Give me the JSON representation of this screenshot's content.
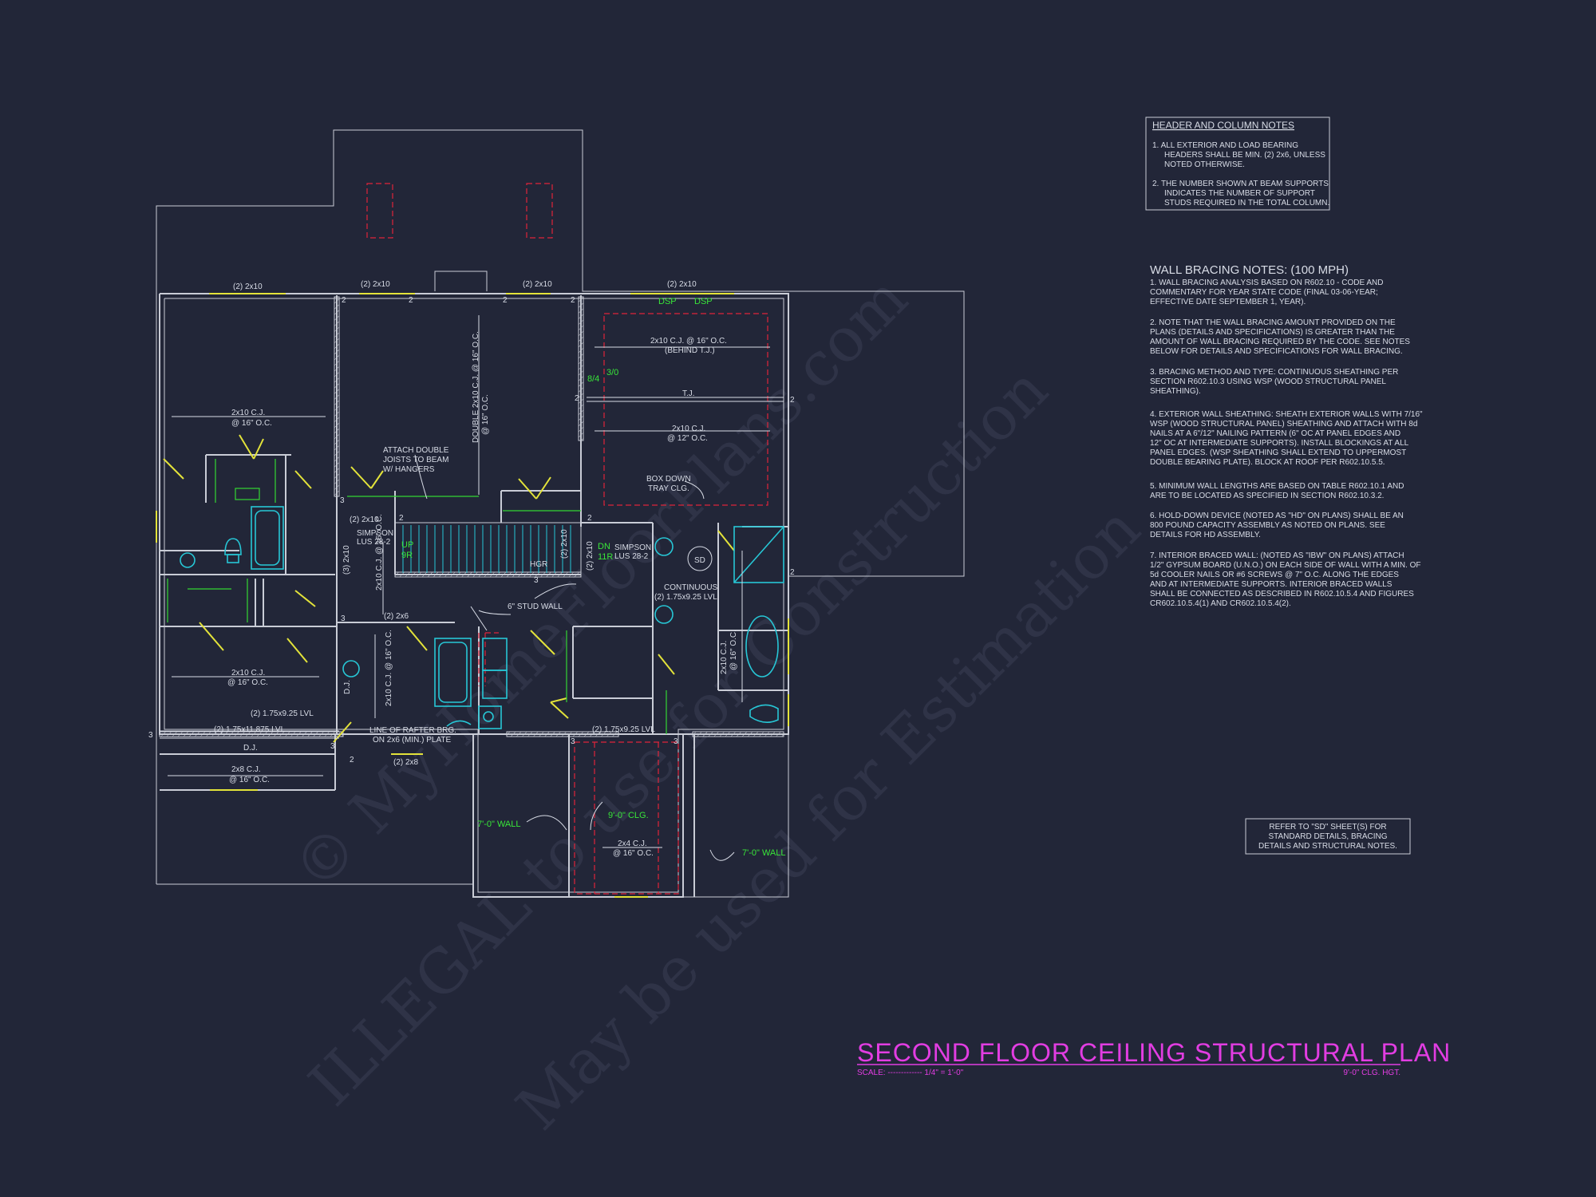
{
  "watermark": {
    "line1": "© MyHomeFloorPlans.com",
    "line2": "ILLEGAL to use for Construction",
    "line3": "May be used for Estimation"
  },
  "header_notes": {
    "title": "HEADER AND COLUMN NOTES",
    "items": [
      [
        "1.  ALL EXTERIOR AND LOAD BEARING",
        "HEADERS SHALL BE MIN. (2) 2x6, UNLESS",
        "NOTED OTHERWISE."
      ],
      [
        "2. THE NUMBER SHOWN AT BEAM SUPPORTS",
        "INDICATES THE NUMBER OF SUPPORT",
        "STUDS REQUIRED IN THE TOTAL COLUMN."
      ]
    ]
  },
  "wall_bracing": {
    "title": "WALL BRACING NOTES: (100 MPH)",
    "paragraphs": [
      [
        "1. WALL BRACING ANALYSIS BASED ON R602.10 - CODE AND",
        "COMMENTARY FOR YEAR STATE CODE (FINAL 03-06-YEAR;",
        "EFFECTIVE DATE SEPTEMBER 1, YEAR)."
      ],
      [
        "2. NOTE THAT THE WALL BRACING AMOUNT PROVIDED ON THE",
        "PLANS (DETAILS AND SPECIFICATIONS) IS GREATER THAN THE",
        "AMOUNT OF WALL BRACING REQUIRED BY THE CODE. SEE NOTES",
        "BELOW FOR DETAILS AND SPECIFICATIONS FOR WALL BRACING."
      ],
      [
        "3. BRACING METHOD AND TYPE: CONTINUOUS SHEATHING PER",
        "SECTION R602.10.3 USING WSP (WOOD STRUCTURAL PANEL",
        "SHEATHING)."
      ],
      [
        "4. EXTERIOR WALL SHEATHING: SHEATH EXTERIOR WALLS WITH 7/16\"",
        "WSP (WOOD STRUCTURAL PANEL) SHEATHING AND ATTACH WITH 8d",
        "NAILS AT A 6\"/12\" NAILING PATTERN (6\" OC AT PANEL EDGES AND",
        "12\" OC AT INTERMEDIATE SUPPORTS). INSTALL BLOCKINGS AT ALL",
        "PANEL EDGES. (WSP SHEATHING SHALL EXTEND TO UPPERMOST",
        "DOUBLE BEARING PLATE). BLOCK AT ROOF PER R602.10.5.5."
      ],
      [
        "5. MINIMUM WALL LENGTHS ARE BASED ON TABLE R602.10.1 AND",
        "ARE TO BE LOCATED AS SPECIFIED IN SECTION R602.10.3.2."
      ],
      [
        "6. HOLD-DOWN DEVICE (NOTED AS \"HD\" ON PLANS) SHALL BE AN",
        "800 POUND CAPACITY ASSEMBLY AS NOTED ON PLANS. SEE",
        "DETAILS FOR HD ASSEMBLY."
      ],
      [
        "7. INTERIOR BRACED WALL: (NOTED AS \"IBW\" ON PLANS) ATTACH",
        "1/2\" GYPSUM BOARD (U.N.O.) ON EACH SIDE OF WALL WITH A MIN. OF",
        "5d COOLER NAILS OR #6 SCREWS @ 7\" O.C. ALONG THE EDGES",
        "AND AT INTERMEDIATE SUPPORTS. INTERIOR BRACED WALLS",
        "SHALL BE CONNECTED AS DESCRIBED IN R602.10.5.4 AND FIGURES",
        "CR602.10.5.4(1) AND CR602.10.5.4(2)."
      ]
    ]
  },
  "refer_note": [
    "REFER TO \"SD\" SHEET(S) FOR",
    "STANDARD DETAILS, BRACING",
    "DETAILS AND STRUCTURAL NOTES."
  ],
  "title_block": {
    "title": "SECOND FLOOR CEILING STRUCTURAL PLAN",
    "scale_label": "SCALE: ------------- 1/4\" = 1'-0\"",
    "height_label": "9'-0\" CLG. HGT."
  },
  "plan_labels": {
    "h1": "(2) 2x10",
    "h2": "(2) 2x10",
    "h3": "(2) 2x10",
    "h4": "(2) 2x10",
    "dsp1": "DSP",
    "dsp2": "DSP",
    "cj_left_1": "2x10 C.J.",
    "cj_left_1b": "@ 16\" O.C.",
    "cj_right_1": "2x10 C.J. @ 16\" O.C.",
    "cj_right_1b": "(BEHIND T.J.)",
    "cj_right_2": "2x10 C.J.",
    "cj_right_2b": "@ 12\" O.C.",
    "tj": "T.J.",
    "box_down": "BOX DOWN",
    "box_down2": "TRAY CLG.",
    "attach1": "ATTACH DOUBLE",
    "attach2": "JOISTS TO BEAM",
    "attach3": "W/ HANGERS",
    "double_cj": "DOUBLE 2x10 C.J. @ 16\" O.C.",
    "simpson_l1": "SIMPSON",
    "simpson_l2": "LUS 28-2",
    "simpson_r1": "SIMPSON",
    "simpson_r2": "LUS 28-2",
    "h2x10_stair": "(2) 2x10",
    "up": "UP",
    "up2": "9R",
    "dn": "DN",
    "dn2": "11R",
    "hgr": "HGR",
    "sd": "SD",
    "continuous1": "CONTINUOUS",
    "continuous2": "(2) 1.75x9.25 LVL",
    "stud_wall": "6\" STUD WALL",
    "h2x6": "(2) 2x6",
    "cj_mid_v": "2x10 C.J. @ 16\" O.C.",
    "cj_mid_v2": "2x10 C.J. @ 16\" O.C.",
    "cj_left_2": "2x10 C.J.",
    "cj_left_2b": "@ 16\" O.C.",
    "lvl_a": "(2) 1.75x9.25 LVL",
    "lvl_b": "(2) 1.75x11.875 LVL",
    "lvl_c": "(2) 1.75x9.25 LVL",
    "rafter1": "LINE OF RAFTER BRG.",
    "rafter2": "ON 2x6 (MIN.) PLATE",
    "dj": "D.J.",
    "dj2": "D.J.",
    "h2x8": "(2) 2x8",
    "cj_left_3": "2x8 C.J.",
    "cj_left_3b": "@ 16\" O.C.",
    "wall_7a": "7'-0\" WALL",
    "wall_7b": "7'-0\" WALL",
    "clg_9": "9'-0\" CLG.",
    "cj_bot": "2x4 C.J.",
    "cj_bot2": "@ 16\" O.C.",
    "h3x10": "(3) 2x10",
    "h2x10_v": "(2) 2x10",
    "h2x10_v2": "(2) 2x10",
    "n8_4": "8/4",
    "n3_0": "3/0"
  },
  "colors": {
    "background": "#222638",
    "walls": "#c9ccd6",
    "beams": "#e3e33a",
    "fixtures": "#27c7d6",
    "tray": "#e0243a",
    "title": "#e23de2",
    "notes_green": "#39e639"
  }
}
